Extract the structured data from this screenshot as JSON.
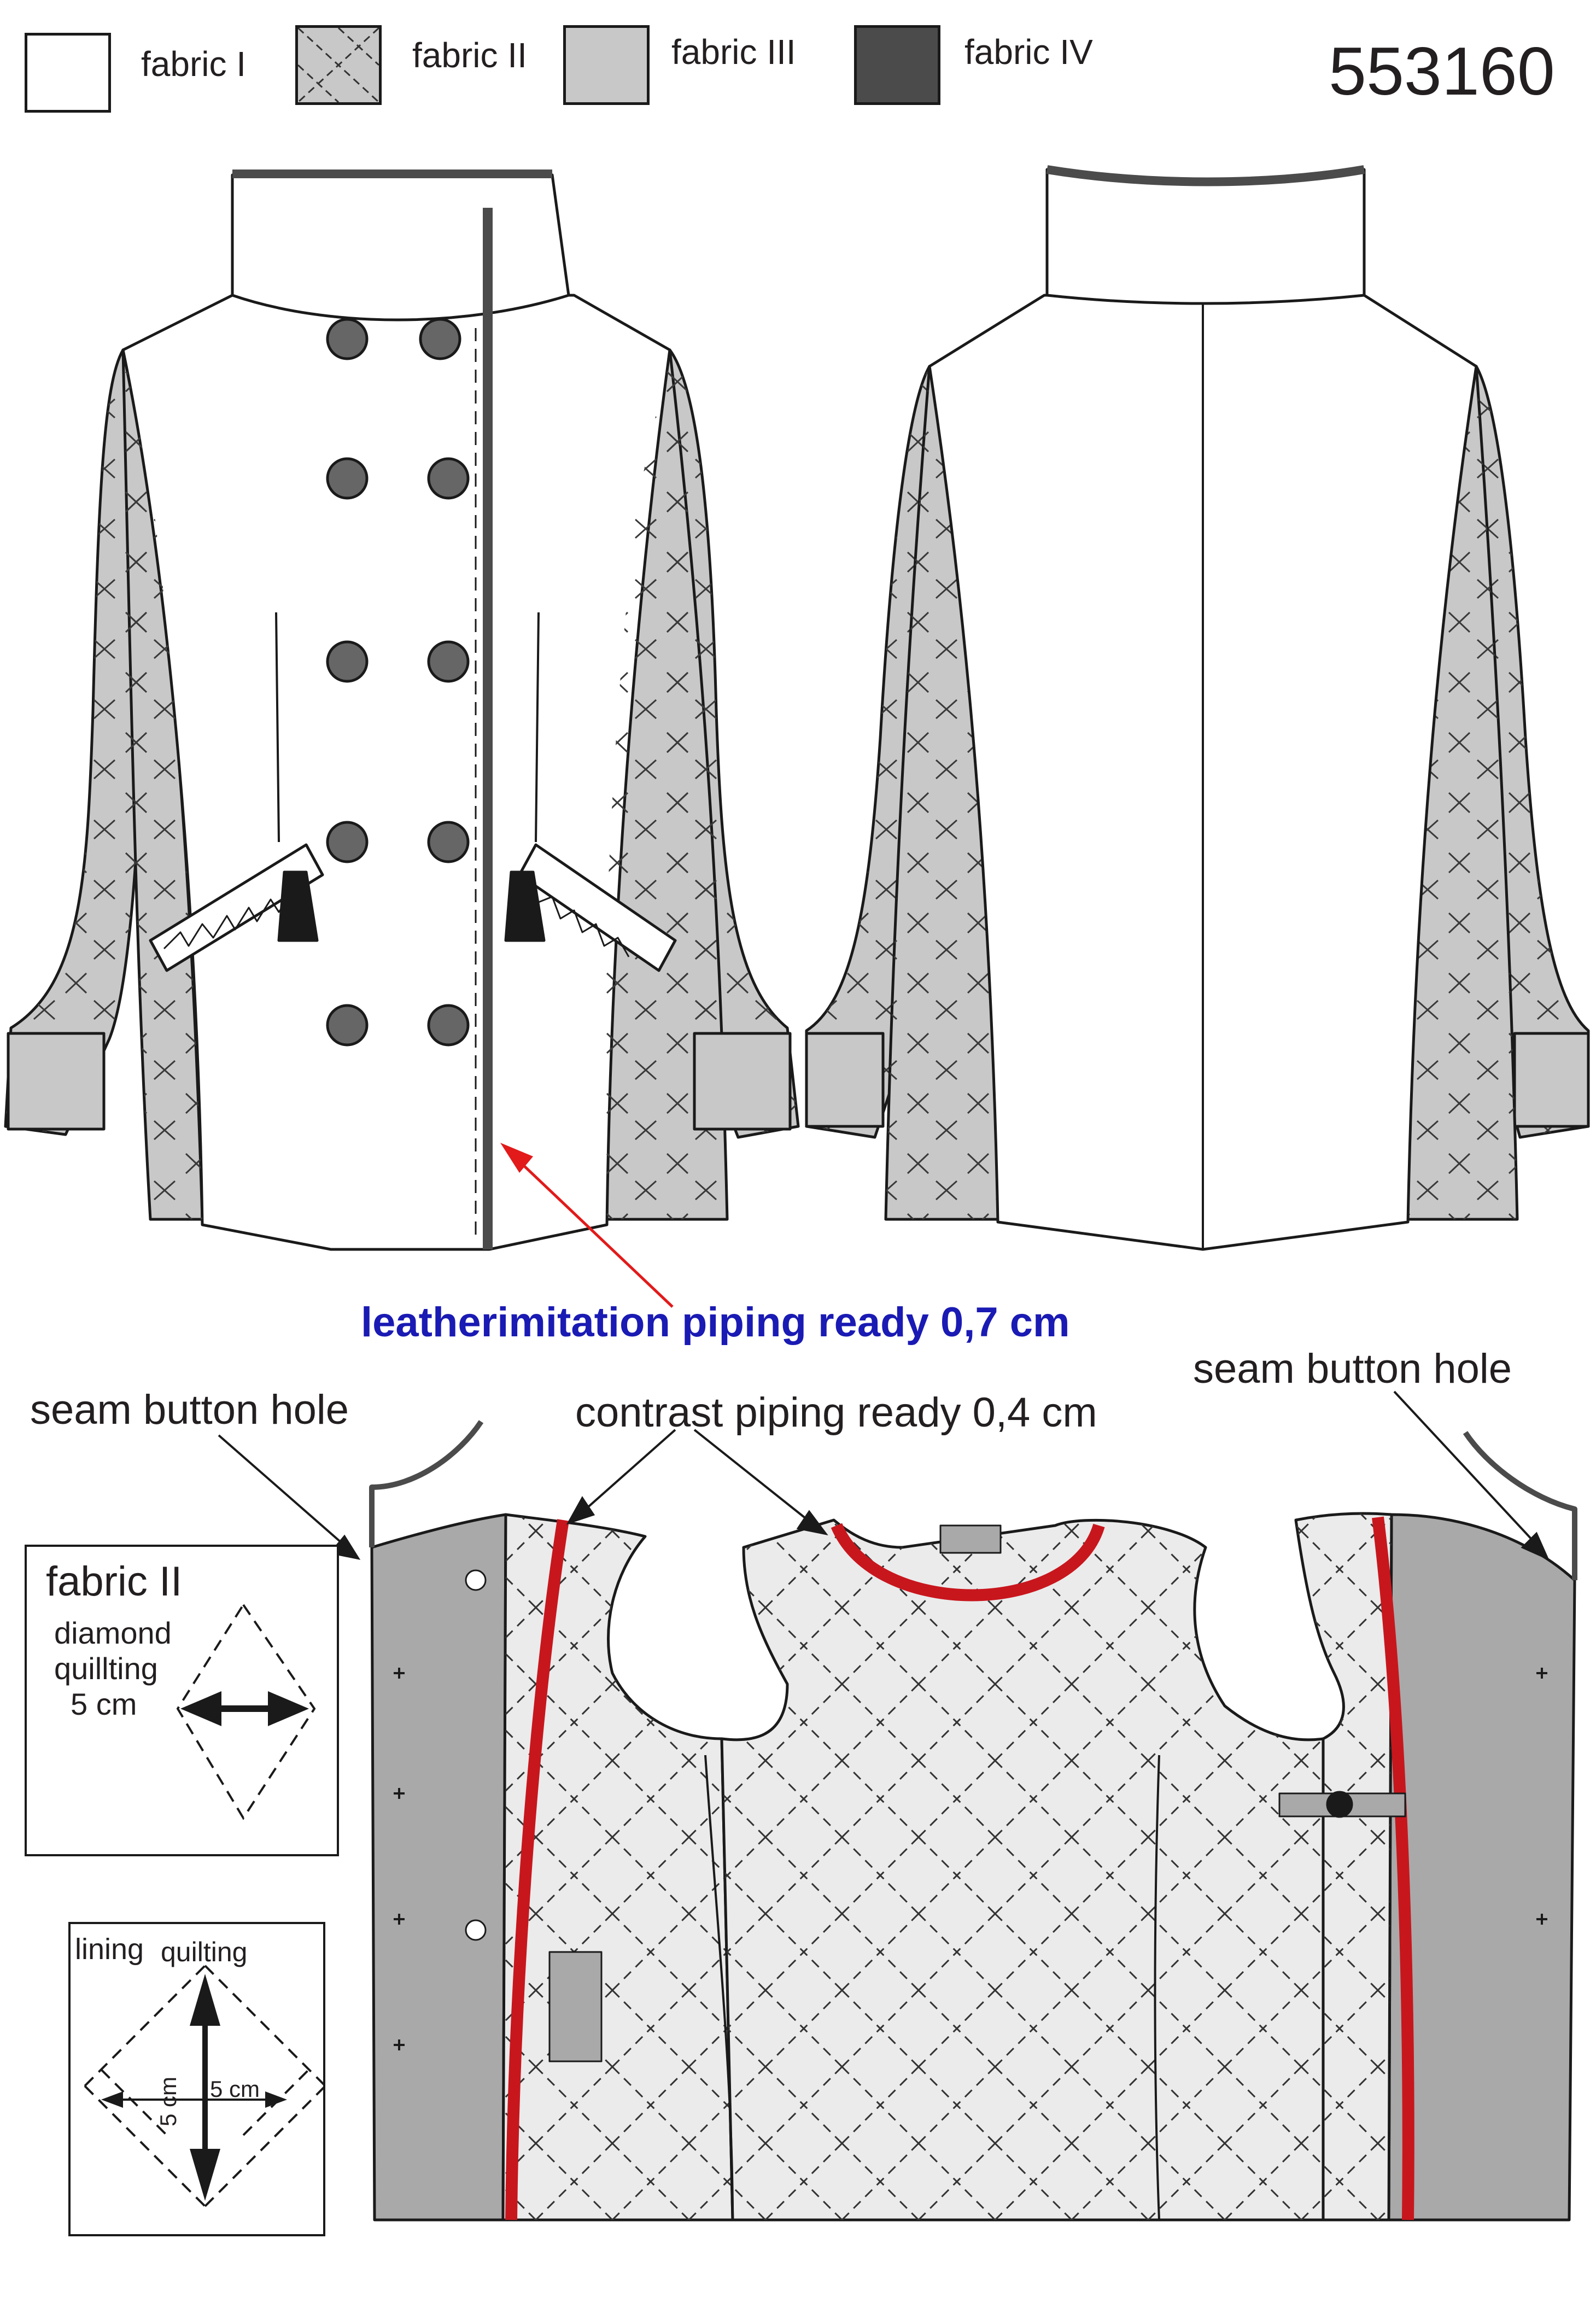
{
  "model_number": "553160",
  "colors": {
    "fabric_1": "#ffffff",
    "fabric_2": "#c8c8c8",
    "fabric_3": "#c8c8c8",
    "fabric_4": "#4b4b4b",
    "lining": "#ebebeb",
    "facing": "#a9a9a9",
    "contrast_piping": "#c8161d",
    "leather_piping": "#4b4b4b",
    "callout_text": "#1a1ab4",
    "callout_arrow": "#e21a1a",
    "outline": "#1a1a1a"
  },
  "legend": [
    {
      "label": "fabric I",
      "swatch": "fabric-1"
    },
    {
      "label": "fabric II",
      "swatch": "fabric-2"
    },
    {
      "label": "fabric III",
      "swatch": "fabric-3"
    },
    {
      "label": "fabric IV",
      "swatch": "fabric-4"
    }
  ],
  "annotations": {
    "leather_piping": "leatherimitation piping ready 0,7 cm",
    "contrast_piping": "contrast piping ready 0,4 cm",
    "seam_button_hole_left": "seam button hole",
    "seam_button_hole_right": "seam button hole"
  },
  "fabric_box": {
    "title": "fabric II",
    "line1": "diamond",
    "line2": "quillting",
    "size": "5 cm"
  },
  "lining_box": {
    "title_a": "lining",
    "title_b": "quilting",
    "size_h": "5 cm",
    "size_v": "5 cm"
  }
}
